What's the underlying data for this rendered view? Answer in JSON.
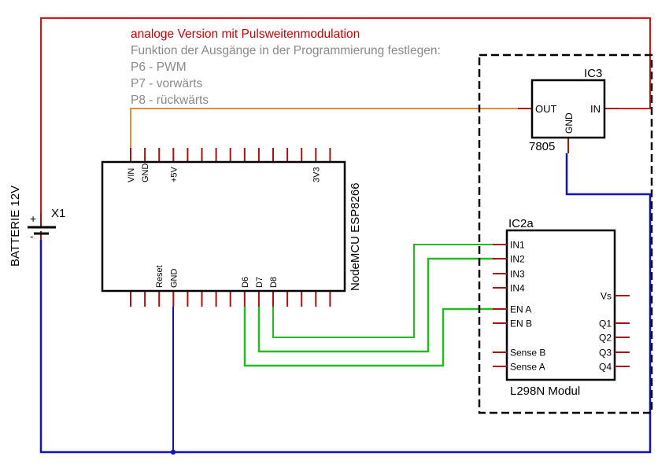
{
  "notes": {
    "title": "analoge Version mit Pulsweitenmodulation",
    "lines": [
      "Funktion der Ausgänge in der Programmierung festlegen:",
      "P6 - PWM",
      "P7 - vorwärts",
      "P8 - rückwärts"
    ]
  },
  "colors": {
    "power_wire": "#dd1111",
    "ground_wire": "#1111cc",
    "signal_wire": "#22bb22",
    "five_volt_wire": "#e09030",
    "pin_stub": "#aa1111",
    "note_title": "#cc0000",
    "note_text": "#8a8a8a",
    "outline": "#000000"
  },
  "battery": {
    "ref": "X1",
    "label": "BATTERIE 12V",
    "plus": "+",
    "minus": "-"
  },
  "nodemcu": {
    "name": "NodeMCU ESP8266",
    "top_pins": [
      "VIN",
      "GND",
      "",
      "+5V",
      "",
      "",
      "",
      "",
      "",
      "",
      "",
      "",
      "",
      "3V3",
      ""
    ],
    "bottom_pins": [
      "",
      "",
      "Reset",
      "GND",
      "",
      "",
      "",
      "",
      "D6",
      "D7",
      "D8",
      "",
      "",
      "",
      ""
    ]
  },
  "regulator": {
    "ref": "IC3",
    "part": "7805",
    "pins": {
      "out": "OUT",
      "in": "IN",
      "gnd": "GND"
    }
  },
  "driver": {
    "ref": "IC2a",
    "part": "L298N Modul",
    "left_pins": [
      "IN1",
      "IN2",
      "IN3",
      "IN4",
      "EN A",
      "EN B",
      "Sense B",
      "Sense A"
    ],
    "right_pins": [
      "Vs",
      "Q1",
      "Q2",
      "Q3",
      "Q4"
    ]
  },
  "connections": [
    {
      "from": "X1 +",
      "to": "IC3 IN",
      "net": "12V"
    },
    {
      "from": "IC3 OUT",
      "to": "NodeMCU VIN",
      "net": "5V"
    },
    {
      "from": "IC3 GND",
      "to": "GND",
      "net": "GND"
    },
    {
      "from": "X1 -",
      "to": "NodeMCU GND",
      "net": "GND"
    },
    {
      "from": "NodeMCU D6",
      "to": "L298N EN A",
      "net": "PWM"
    },
    {
      "from": "NodeMCU D7",
      "to": "L298N IN2",
      "net": "vorwärts"
    },
    {
      "from": "NodeMCU D8",
      "to": "L298N IN1",
      "net": "rückwärts"
    }
  ]
}
